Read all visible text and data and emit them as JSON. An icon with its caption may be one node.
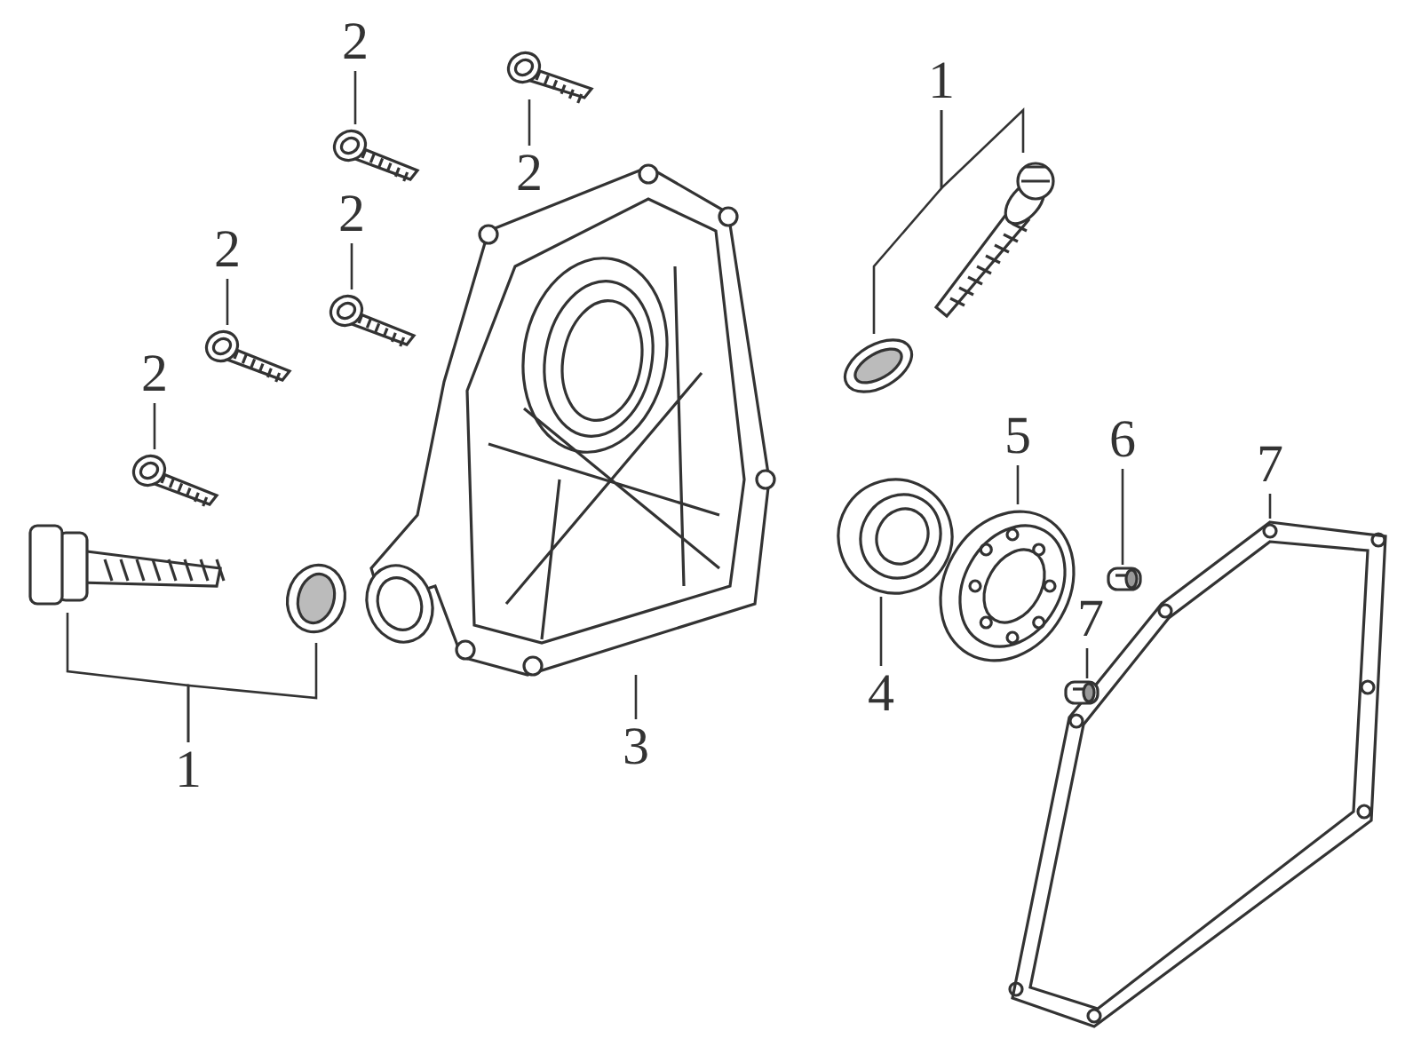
{
  "diagram": {
    "nodes": [
      {
        "text": [
          "1"
        ]
      },
      {
        "text": [],
        "shape": "picture"
      },
      {
        "text": [],
        "shape": "picture"
      },
      {
        "text": [
          "2"
        ]
      },
      {
        "text": [],
        "shape": "picture"
      },
      {
        "text": [
          "2"
        ]
      },
      {
        "text": [],
        "shape": "picture"
      },
      {
        "text": [
          "2"
        ]
      },
      {
        "text": [],
        "shape": "picture"
      },
      {
        "text": [
          "2"
        ]
      },
      {
        "text": [],
        "shape": "picture"
      },
      {
        "text": [
          "2"
        ]
      },
      {
        "text": [],
        "shape": "picture"
      },
      {
        "text": [],
        "shape": "picture"
      },
      {
        "text": [],
        "shape": "picture"
      },
      {
        "text": [
          "1"
        ]
      },
      {
        "text": [],
        "shape": "picture"
      },
      {
        "text": [
          "3"
        ]
      },
      {
        "text": [],
        "shape": "picture"
      },
      {
        "text": [
          "4"
        ]
      },
      {
        "text": [
          "5"
        ]
      },
      {
        "text": [],
        "shape": "picture"
      },
      {
        "text": [
          "6"
        ]
      },
      {
        "text": [],
        "shape": "picture"
      },
      {
        "text": [
          "7"
        ]
      },
      {
        "text": [],
        "shape": "picture"
      },
      {
        "text": [
          "7"
        ]
      },
      {
        "text": [],
        "shape": "picture"
      }
    ],
    "edges": [
      {
        "from": 0,
        "to": 1,
        "arrow": "none"
      },
      {
        "from": 0,
        "to": 2,
        "arrow": "none"
      },
      {
        "from": 3,
        "to": 4,
        "arrow": "none"
      },
      {
        "from": 5,
        "to": 6,
        "arrow": "none"
      },
      {
        "from": 7,
        "to": 8,
        "arrow": "none"
      },
      {
        "from": 9,
        "to": 10,
        "arrow": "none"
      },
      {
        "from": 11,
        "to": 12,
        "arrow": "none"
      },
      {
        "from": 15,
        "to": 13,
        "arrow": "none"
      },
      {
        "from": 15,
        "to": 14,
        "arrow": "none"
      },
      {
        "from": 17,
        "to": 16,
        "arrow": "none"
      },
      {
        "from": 19,
        "to": 18,
        "arrow": "none"
      },
      {
        "from": 20,
        "to": 21,
        "arrow": "none"
      },
      {
        "from": 22,
        "to": 23,
        "arrow": "none"
      },
      {
        "from": 24,
        "to": 25,
        "arrow": "none"
      },
      {
        "from": 26,
        "to": 27,
        "arrow": "none"
      }
    ]
  }
}
